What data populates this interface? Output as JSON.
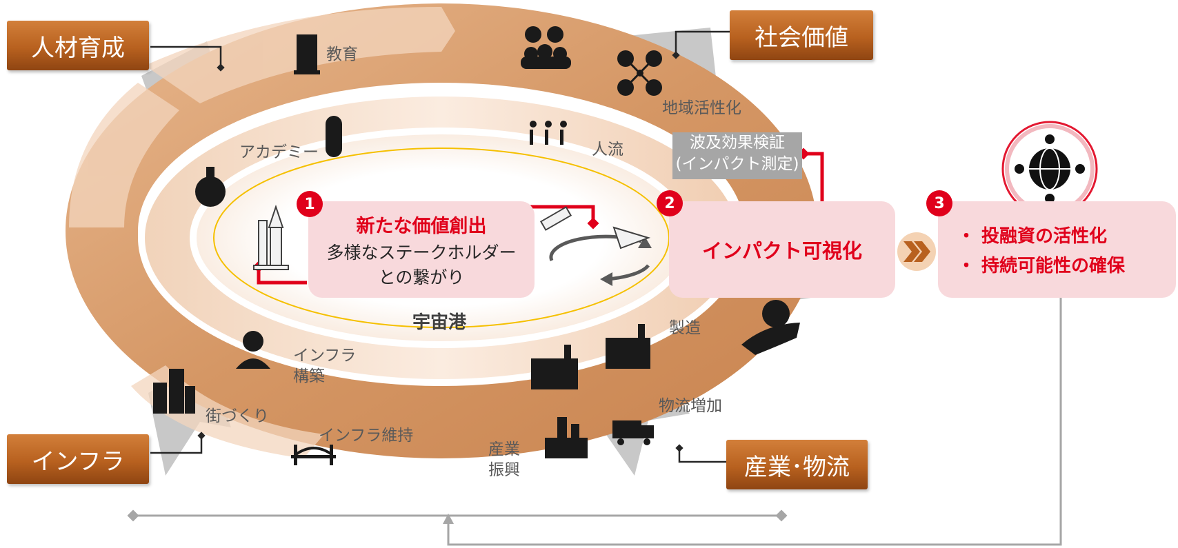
{
  "categories": {
    "jinzai": "人材育成",
    "shakai": "社会価値",
    "infra": "インフラ",
    "sangyo": "産業･物流"
  },
  "labels": {
    "kyoiku": "教育",
    "academy": "アカデミー",
    "chiiki": "地域活性化",
    "jinryu": "人流",
    "seizo": "製造",
    "infra_kochiku_1": "インフラ",
    "infra_kochiku_2": "構築",
    "machizukuri": "街づくり",
    "infra_iji": "インフラ維持",
    "butsuryu": "物流増加",
    "sangyo_1": "産業",
    "sangyo_2": "振興",
    "uchuko": "宇宙港"
  },
  "hakyu": {
    "line1": "波及効果検証",
    "line2": "(インパクト測定)"
  },
  "steps": [
    {
      "number": "1",
      "title": "新たな価値創出",
      "line1": "多様なステークホルダー",
      "line2": "との繋がり"
    },
    {
      "number": "2",
      "title": "インパクト可視化"
    },
    {
      "number": "3",
      "bullet1": "・ 投融資の活性化",
      "bullet2": "・ 持続可能性の確保"
    }
  ],
  "colors": {
    "accent_red": "#e0001b",
    "category_orange": "#b8611f",
    "pink_box": "#f8d9dc",
    "ring_outer": "#d9a67d",
    "grey": "#bfbfbf"
  }
}
